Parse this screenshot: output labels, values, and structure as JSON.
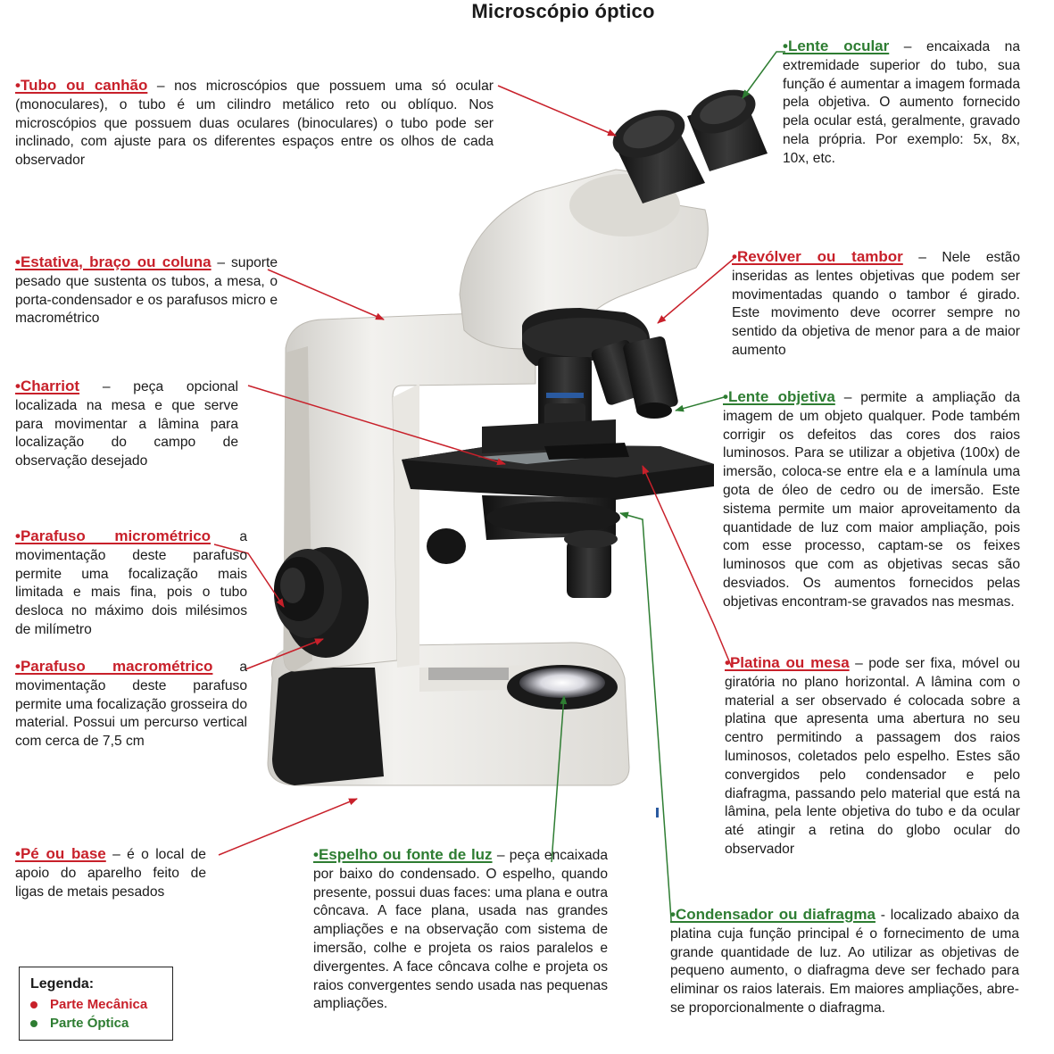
{
  "title": "Microscópio óptico",
  "colors": {
    "mecanica": "#c8202a",
    "optica": "#2e7d32"
  },
  "legend": {
    "title": "Legenda:",
    "items": [
      {
        "label": "Parte Mecânica",
        "color": "#c8202a"
      },
      {
        "label": "Parte Óptica",
        "color": "#2e7d32"
      }
    ]
  },
  "annotations": {
    "tubo": {
      "heading": "•Tubo ou canhão",
      "text": " – nos microscópios que possuem uma só ocular (monoculares), o tubo é um cilindro metálico reto ou oblíquo. Nos microscópios que possuem duas oculares (binoculares) o tubo pode ser inclinado, com ajuste para os diferentes espaços entre os olhos de cada observador"
    },
    "estativa": {
      "heading": "•Estativa, braço ou coluna",
      "text": " – suporte pesado que sustenta os tubos, a mesa, o porta-condensador e os parafusos micro e macrométrico"
    },
    "charriot": {
      "heading": "•Charriot",
      "text": " – peça opcional localizada na mesa e que serve para movimentar a lâmina para localização do campo de observação desejado"
    },
    "micrometrico": {
      "heading": "•Parafuso micrométrico",
      "text": " a movimentação deste parafuso permite uma focalização mais limitada e mais fina, pois o tubo desloca no máximo dois milésimos de milímetro"
    },
    "macrometrico": {
      "heading": "•Parafuso macrométrico",
      "text": " a movimentação deste parafuso permite uma focalização grosseira do material. Possui um percurso vertical com cerca de 7,5 cm"
    },
    "pe": {
      "heading": "•Pé ou base",
      "text": " – é o local de apoio do aparelho feito de ligas de metais pesados"
    },
    "ocular": {
      "heading": "•Lente ocular",
      "text": " – encaixada na extremidade superior do tubo, sua função é aumentar a imagem formada pela objetiva. O aumento fornecido pela ocular está, geralmente, gravado nela própria. Por exemplo: 5x, 8x, 10x, etc."
    },
    "revolver": {
      "heading": "•Revólver ou tambor",
      "text": " – Nele estão inseridas as lentes objetivas que podem ser movimentadas quando o tambor é girado. Este movimento deve ocorrer sempre no sentido da objetiva de menor para a de maior aumento"
    },
    "objetiva": {
      "heading": "•Lente objetiva",
      "text": " – permite a ampliação da imagem de um objeto qualquer. Pode também corrigir os defeitos das cores dos raios luminosos. Para se utilizar a objetiva (100x) de imersão, coloca-se entre ela e a lamínula uma gota de óleo de cedro ou de imersão. Este sistema permite um maior aproveitamento da quantidade de luz com maior ampliação, pois com esse processo, captam-se os feixes luminosos que com as objetivas secas são desviados. Os aumentos fornecidos pelas objetivas encontram-se gravados nas mesmas."
    },
    "platina": {
      "heading": "•Platina ou mesa",
      "text": " – pode ser fixa, móvel ou giratória no plano horizontal. A lâmina com o material a ser observado é colocada sobre a platina que apresenta uma abertura no seu centro permitindo a passagem dos raios luminosos, coletados pelo espelho. Estes são convergidos pelo condensador e pelo diafragma, passando pelo material que está na lâmina, pela lente objetiva do tubo e da ocular até atingir a retina do globo ocular do observador"
    },
    "espelho": {
      "heading": "•Espelho ou fonte de luz",
      "text": " – peça encaixada por baixo do condensado. O espelho, quando presente, possui duas faces: uma plana e outra côncava. A face plana, usada nas grandes ampliações e na observação com sistema de imersão, colhe e projeta os raios paralelos e divergentes. A face côncava colhe e projeta os raios convergentes sendo usada nas pequenas ampliações."
    },
    "condensador": {
      "heading": "•Condensador ou diafragma",
      "text": " - localizado abaixo da platina cuja função principal é o fornecimento de uma grande quantidade de luz. Ao utilizar as objetivas de pequeno aumento, o diafragma deve ser fechado para eliminar os raios laterais. Em maiores ampliações, abre-se proporcionalmente o diafragma."
    }
  }
}
